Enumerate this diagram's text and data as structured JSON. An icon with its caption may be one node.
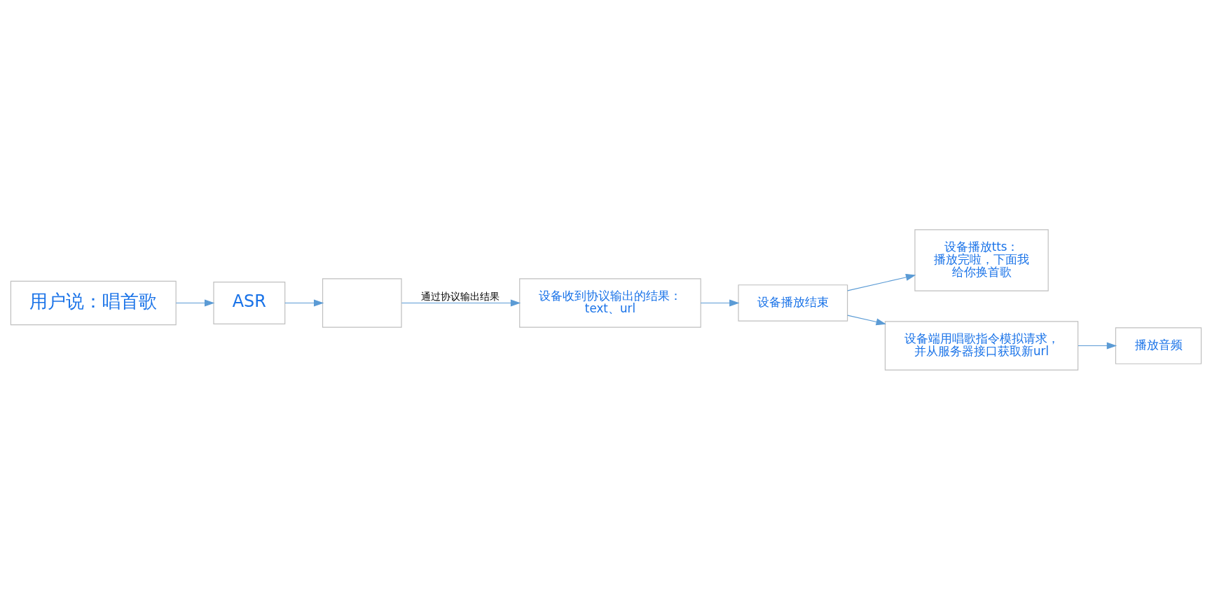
{
  "diagram": {
    "nodes": [
      {
        "text": [
          "用户说：唱首歌"
        ]
      },
      {
        "text": [
          "ASR"
        ]
      },
      {
        "text": [],
        "shape": "box"
      },
      {
        "text": [
          "设备收到协议输出的结果：text、url"
        ]
      },
      {
        "text": [
          "设备播放结束"
        ]
      },
      {
        "text": [
          "设备播放tts：播放完啦，下面我给你换首歌"
        ]
      },
      {
        "text": [
          "设备端用唱歌指令模拟请求，并从服务器接口获取新url"
        ]
      },
      {
        "text": [
          "播放音频"
        ]
      }
    ],
    "edges": [
      {
        "from": 0,
        "to": 1,
        "arrow": "to"
      },
      {
        "from": 1,
        "to": 2,
        "arrow": "to"
      },
      {
        "from": 2,
        "to": 3,
        "arrow": "to",
        "label": "通过协议输出结果"
      },
      {
        "from": 3,
        "to": 4,
        "arrow": "to"
      },
      {
        "from": 4,
        "to": 5,
        "arrow": "to"
      },
      {
        "from": 4,
        "to": 6,
        "arrow": "to"
      },
      {
        "from": 6,
        "to": 7,
        "arrow": "to"
      }
    ]
  }
}
